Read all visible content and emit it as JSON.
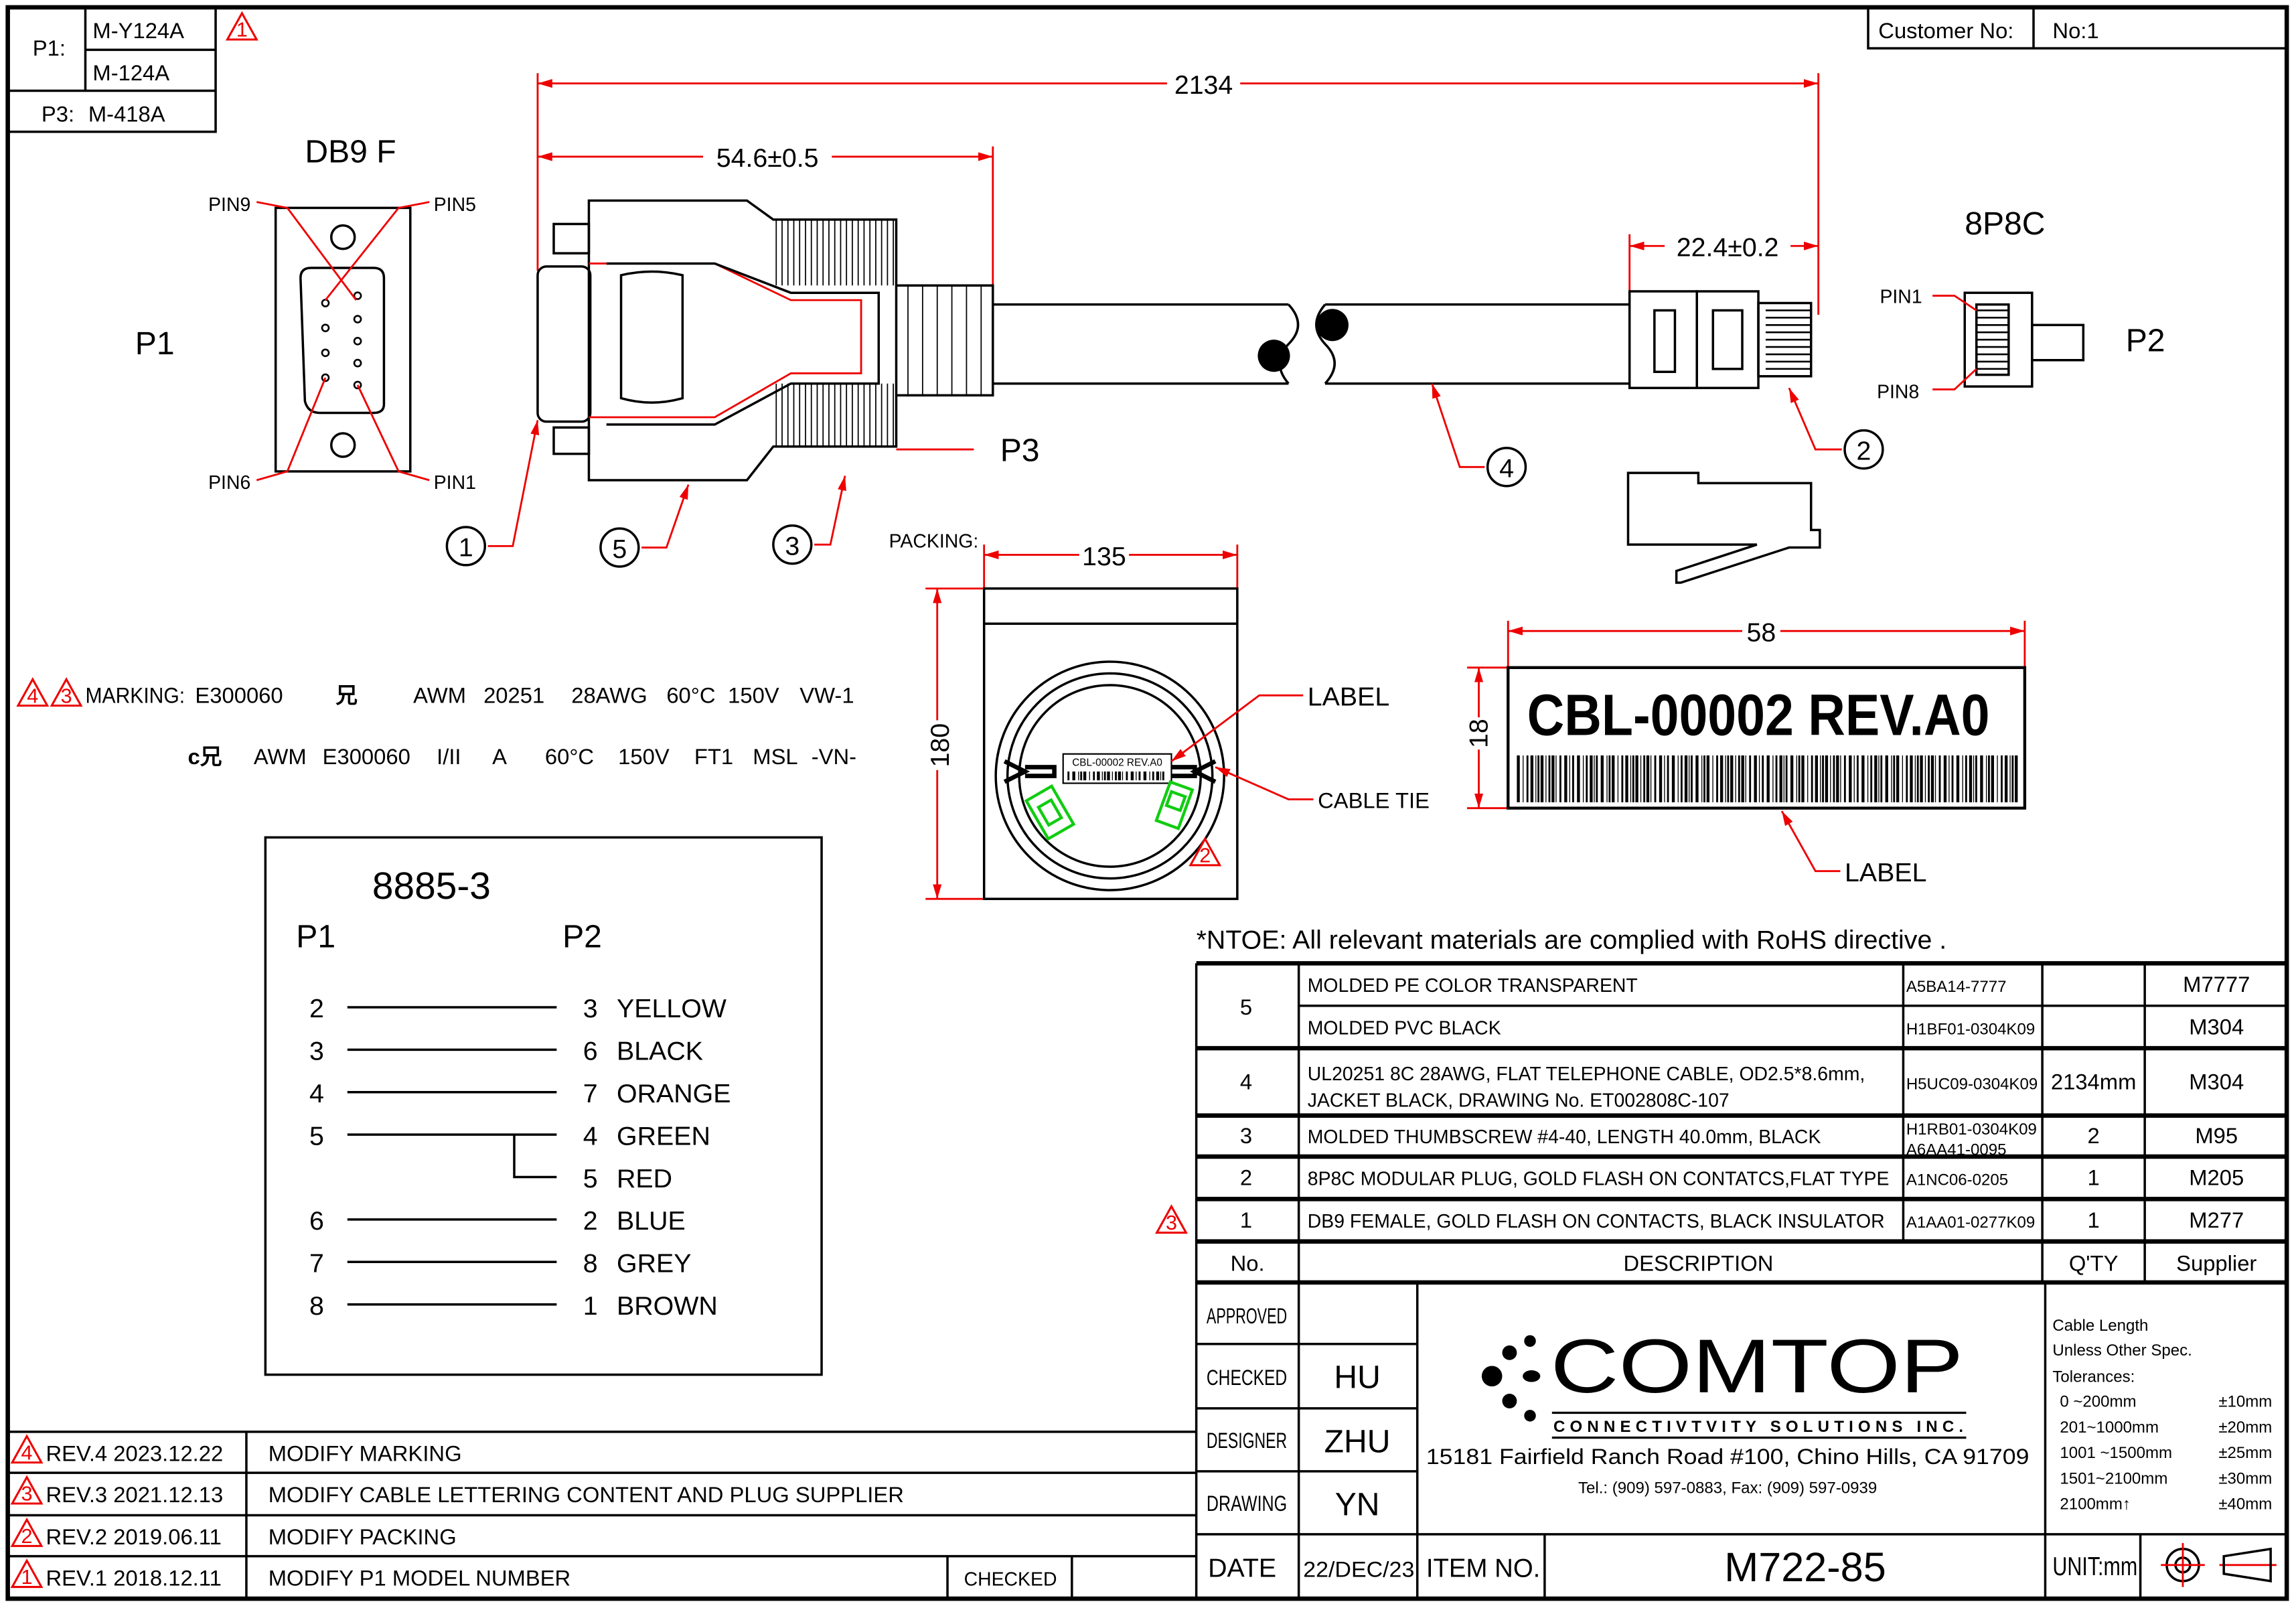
{
  "header": {
    "p1_label": "P1:",
    "p1_models": [
      "M-Y124A",
      "M-124A"
    ],
    "p3_label": "P3:",
    "p3_model": "M-418A",
    "customer_label": "Customer  No:",
    "customer_value": "No:1"
  },
  "dimensions": {
    "overall": "2134",
    "db9_length": "54.6±0.5",
    "plug_length": "22.4±0.2",
    "pack_width": "135",
    "pack_height": "180",
    "label_width": "58",
    "label_height": "18"
  },
  "db9_view": {
    "title": "DB9  F",
    "side": "P1",
    "pin9": "PIN9",
    "pin5": "PIN5",
    "pin6": "PIN6",
    "pin1": "PIN1"
  },
  "rj45_view": {
    "title": "8P8C",
    "side": "P2",
    "pin1": "PIN1",
    "pin8": "PIN8"
  },
  "assembly": {
    "p3": "P3",
    "callouts": [
      "1",
      "5",
      "3",
      "4",
      "2"
    ]
  },
  "packing": {
    "label": "PACKING:",
    "label_callout": "LABEL",
    "cable_tie_callout": "CABLE  TIE",
    "mini_label": "CBL-00002 REV.A0"
  },
  "label": {
    "text": "CBL-00002 REV.A0",
    "callout": "LABEL"
  },
  "marking": {
    "prefix": "MARKING:",
    "line1": [
      "E300060",
      "兄",
      "AWM",
      "20251",
      "28AWG",
      "60°C",
      "150V",
      "VW-1"
    ],
    "line2": [
      "c兄",
      "AWM",
      "E300060",
      "I/II",
      "A",
      "60°C",
      "150V",
      "FT1",
      "MSL",
      "-VN-"
    ]
  },
  "wiring": {
    "title": "8885-3",
    "p1": "P1",
    "p2": "P2",
    "rows": [
      {
        "p1": "2",
        "p2": "3",
        "color": "YELLOW"
      },
      {
        "p1": "3",
        "p2": "6",
        "color": "BLACK"
      },
      {
        "p1": "4",
        "p2": "7",
        "color": "ORANGE"
      },
      {
        "p1": "5",
        "p2": "4",
        "color": "GREEN"
      },
      {
        "p1": "",
        "p2": "5",
        "color": "RED"
      },
      {
        "p1": "6",
        "p2": "2",
        "color": "BLUE"
      },
      {
        "p1": "7",
        "p2": "8",
        "color": "GREY"
      },
      {
        "p1": "8",
        "p2": "1",
        "color": "BROWN"
      }
    ]
  },
  "note": "*NTOE:  All  relevant  materials  are  complied  with  RoHS  directive .",
  "bom": {
    "headers": {
      "no": "No.",
      "description": "DESCRIPTION",
      "qty": "Q'TY",
      "supplier": "Supplier"
    },
    "rows": [
      {
        "no": "5",
        "desc": "MOLDED  PE  COLOR  TRANSPARENT",
        "part": "A5BA14-7777",
        "qty": "",
        "supplier": "M7777"
      },
      {
        "no": "",
        "desc": "MOLDED  PVC  BLACK",
        "part": "H1BF01-0304K09",
        "qty": "",
        "supplier": "M304"
      },
      {
        "no": "4",
        "desc": "UL20251  8C  28AWG,  FLAT  TELEPHONE  CABLE,  OD2.5*8.6mm,",
        "desc2": "JACKET  BLACK,  DRAWING  No.  ET002808C-107",
        "part": "H5UC09-0304K09",
        "qty": "2134mm",
        "supplier": "M304"
      },
      {
        "no": "3",
        "desc": "MOLDED  THUMBSCREW  #4-40,  LENGTH  40.0mm,  BLACK",
        "part": "H1RB01-0304K09",
        "part2": "A6AA41-0095",
        "qty": "2",
        "supplier": "M95"
      },
      {
        "no": "2",
        "desc": "8P8C  MODULAR  PLUG,  GOLD  FLASH  ON  CONTATCS,FLAT  TYPE",
        "part": "A1NC06-0205",
        "qty": "1",
        "supplier": "M205"
      },
      {
        "no": "1",
        "desc": "DB9  FEMALE,  GOLD  FLASH  ON  CONTACTS,  BLACK  INSULATOR",
        "part": "A1AA01-0277K09",
        "qty": "1",
        "supplier": "M277"
      }
    ]
  },
  "revisions": [
    {
      "marker": "4",
      "rev": "REV.4  2023.12.22",
      "desc": "MODIFY  MARKING"
    },
    {
      "marker": "3",
      "rev": "REV.3  2021.12.13",
      "desc": "MODIFY  CABLE  LETTERING  CONTENT  AND  PLUG  SUPPLIER"
    },
    {
      "marker": "2",
      "rev": "REV.2  2019.06.11",
      "desc": "MODIFY  PACKING"
    },
    {
      "marker": "1",
      "rev": "REV.1  2018.12.11",
      "desc": "MODIFY  P1  MODEL  NUMBER"
    }
  ],
  "rev_checked": "CHECKED",
  "title_block": {
    "approved": "APPROVED",
    "approved_value": "",
    "checked": "CHECKED",
    "checked_value": "HU",
    "designer": "DESIGNER",
    "designer_value": "ZHU",
    "drawing": "DRAWING",
    "drawing_value": "YN",
    "date_label": "DATE",
    "date_value": "22/DEC/23",
    "item_label": "ITEM  NO.",
    "item_value": "M722-85",
    "unit": "UNIT:mm",
    "company": "COMTOP",
    "company_sub": "CONNECTIVTVITY  SOLUTIONS  INC.",
    "address": "15181  Fairfield  Ranch  Road  #100,  Chino  Hills,  CA  91709",
    "phone": "Tel.:  (909)  597-0883,  Fax:  (909)  597-0939"
  },
  "tolerances": {
    "title1": "Cable  Length",
    "title2": "Unless  Other  Spec.",
    "title3": "Tolerances:",
    "rows": [
      {
        "range": "0  ~200mm",
        "tol": "±10mm"
      },
      {
        "range": "201~1000mm",
        "tol": "±20mm"
      },
      {
        "range": "1001  ~1500mm",
        "tol": "±25mm"
      },
      {
        "range": "1501~2100mm",
        "tol": "±30mm"
      },
      {
        "range": "2100mm↑",
        "tol": "±40mm"
      }
    ]
  },
  "markers": {
    "rev1": "1",
    "rev2": "2",
    "rev3": "3",
    "rev4": "4"
  },
  "colors": {
    "dimension": "#e00000",
    "connector_icon": "#11cc11",
    "line": "#000000"
  }
}
